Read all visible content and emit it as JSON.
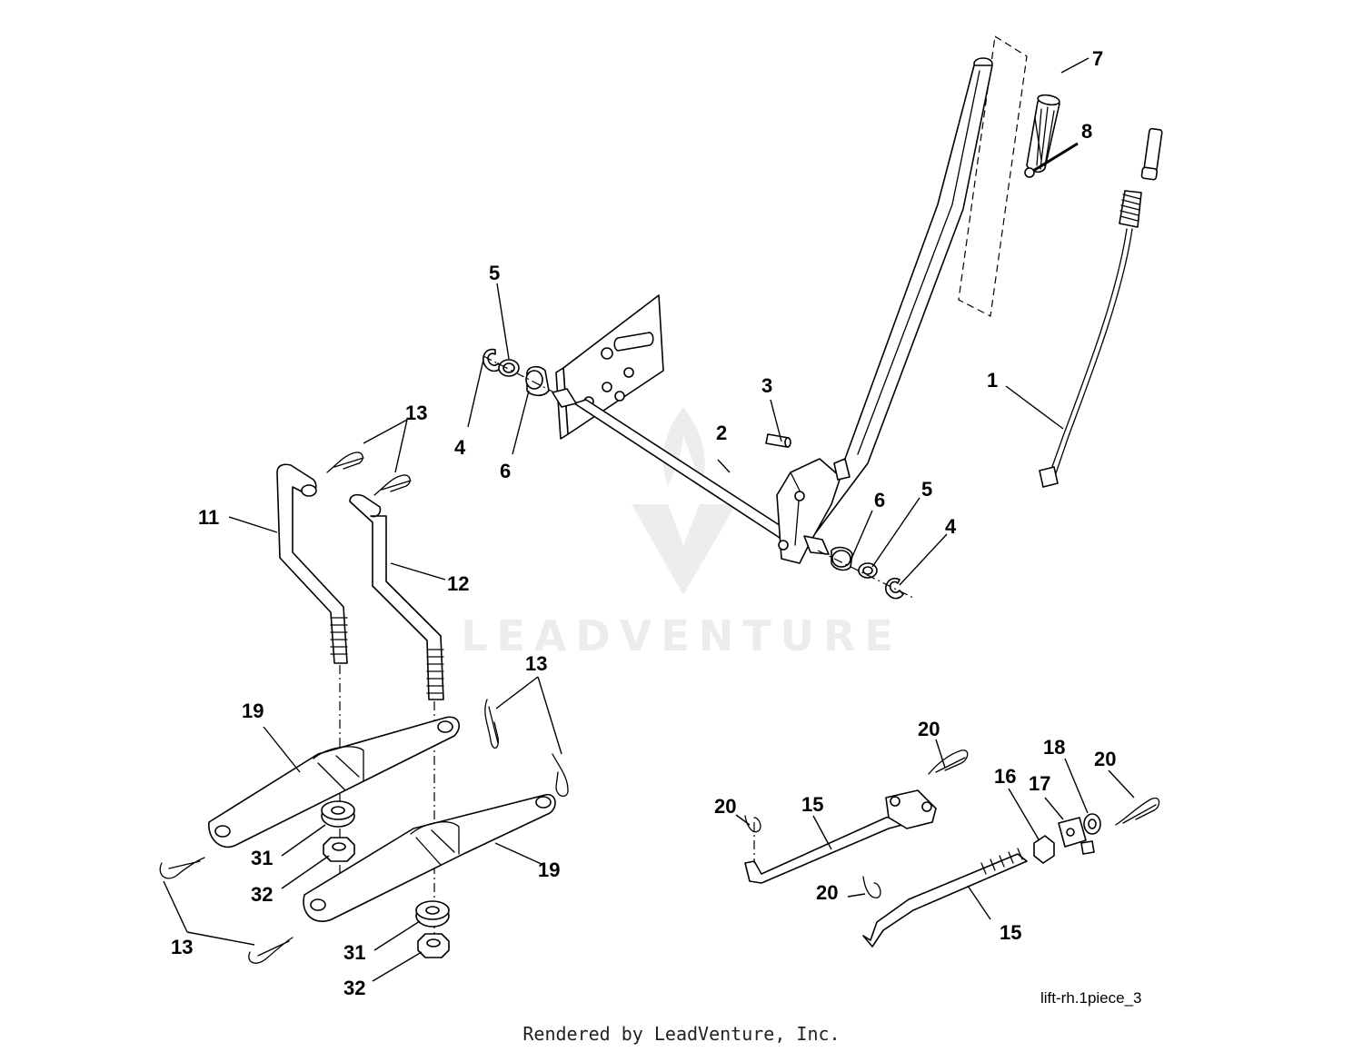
{
  "callouts": {
    "c1": "1",
    "c2": "2",
    "c3": "3",
    "c4": "4",
    "c5": "5",
    "c6": "6",
    "c7": "7",
    "c8": "8",
    "c11": "11",
    "c12": "12",
    "c13": "13",
    "c15": "15",
    "c16": "16",
    "c17": "17",
    "c18": "18",
    "c19": "19",
    "c20": "20",
    "c31": "31",
    "c32": "32"
  },
  "figure_id": "lift-rh.1piece_3",
  "footer": "Rendered by LeadVenture, Inc.",
  "watermark": "LEADVENTURE",
  "colors": {
    "line": "#000000",
    "background": "#ffffff",
    "watermark": "#ececec"
  }
}
